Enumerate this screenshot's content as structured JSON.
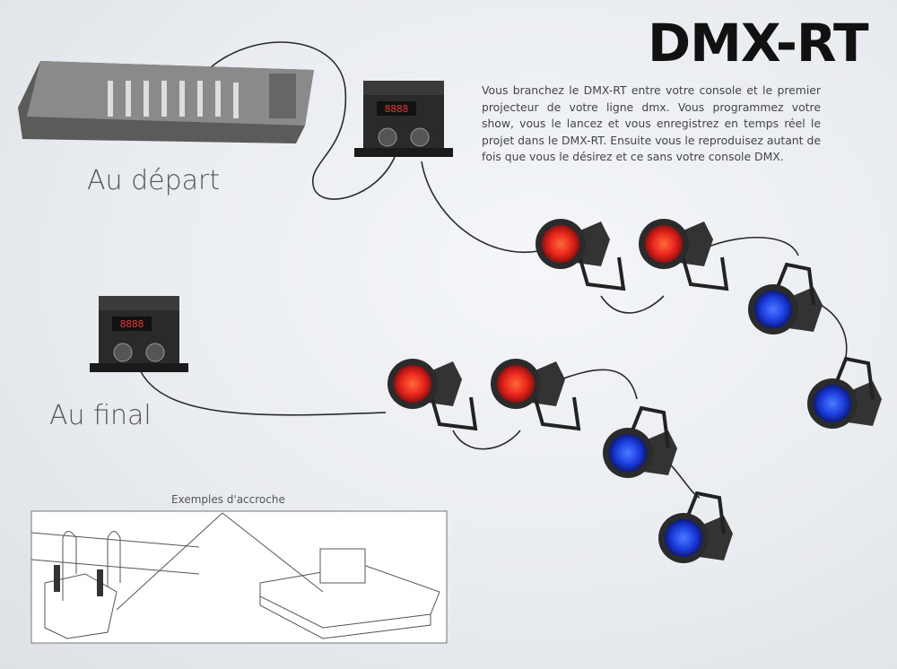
{
  "slide": {
    "title": "DMX-RT",
    "description": "Vous branchez le DMX-RT entre votre console et le premier projecteur de votre ligne dmx. Vous programmez votre show, vous le lancez et vous enregistrez en temps réel le projet dans le DMX-RT. Ensuite vous le reproduisez autant de fois que vous le désirez et ce sans votre console DMX.",
    "label_start": "Au départ",
    "label_final": "Au final",
    "mounting_caption": "Exemples d'accroche"
  },
  "colors": {
    "red_light": "#e8261c",
    "blue_light": "#1d3fe0",
    "device": "#222222",
    "cable": "#2a2a2a"
  }
}
